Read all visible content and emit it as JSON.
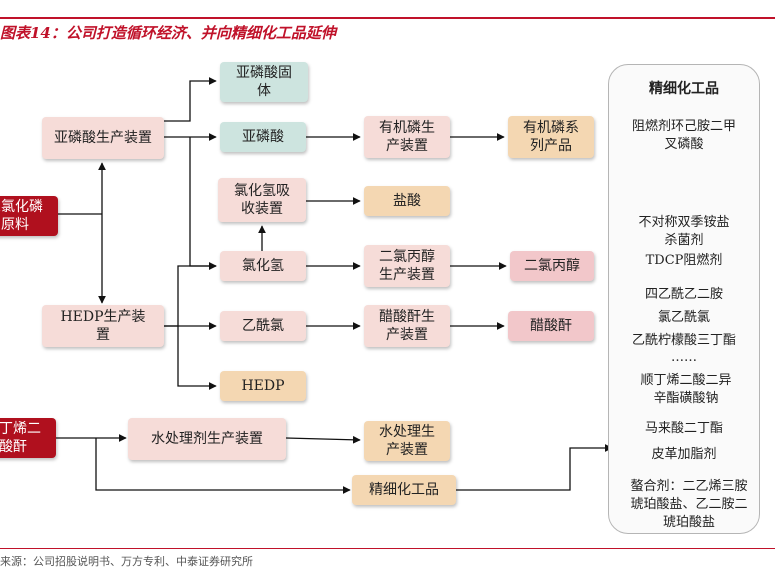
{
  "title": "图表14：公司打造循环经济、并向精细化工品延伸",
  "source": "来源：公司招股说明书、万方专利、中泰证券研究所",
  "nodes": {
    "yalinsuan_guti": "亚磷酸固体",
    "yalinsuan_zhuangzhi": "亚磷酸生产装置",
    "yalinsuan": "亚磷酸",
    "youjilin_zhuangzhi": "有机磷生产装置",
    "youjilin_chanpin": "有机磷系列产品",
    "luhuaqing_xishou": "氯化氢吸收装置",
    "yansuan": "盐酸",
    "sanlvhualin": "三氯化磷原料",
    "luhuaqing": "氯化氢",
    "erlvbingchun_zhuangzhi": "二氯丙醇生产装置",
    "erlvbingchun": "二氯丙醇",
    "hedp_zhuangzhi": "HEDP生产装置",
    "yixianlv": "乙酰氯",
    "cusuangan_zhuangzhi": "醋酸酐生产装置",
    "cusuangan": "醋酸酐",
    "hedp": "HEDP",
    "bingxisuangan": "顺丁烯二酸酐",
    "shuichuli_zhuangzhi": "水处理剂生产装置",
    "shuichuli_chanpin": "水处理生产装置",
    "jingxi_node": "精细化工品"
  },
  "panel": {
    "header": "精细化工品",
    "items": [
      "阻燃剂环己胺二甲叉磷酸",
      "不对称双季铵盐杀菌剂",
      "TDCP阻燃剂",
      "四乙酰乙二胺",
      "氯乙酰氯",
      "乙酰柠檬酸三丁酯",
      "……",
      "顺丁烯二酸二异辛酯磺酸钠",
      "马来酸二丁酯",
      "皮革加脂剂",
      "螯合剂：二乙烯三胺琥珀酸盐、乙二胺二琥珀酸盐"
    ]
  },
  "colors": {
    "accent": "#c0122a",
    "pink": "#f6dcd8",
    "teal": "#cde4df",
    "tan": "#f4d7b2",
    "red": "#b0101e"
  }
}
